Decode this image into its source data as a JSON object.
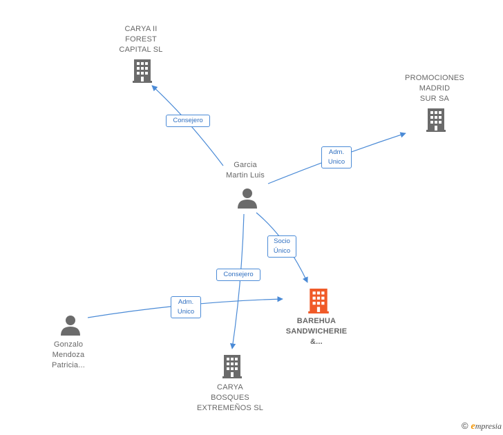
{
  "nodes": {
    "carya_forest": {
      "label": "CARYA II\nFOREST\nCAPITAL SL"
    },
    "promociones": {
      "label": "PROMOCIONES\nMADRID\nSUR SA"
    },
    "garcia": {
      "label": "Garcia\nMartin Luis"
    },
    "barehua": {
      "label": "BAREHUA\nSANDWICHERIE\n&..."
    },
    "gonzalo": {
      "label": "Gonzalo\nMendoza\nPatricia..."
    },
    "carya_bosques": {
      "label": "CARYA\nBOSQUES\nEXTREMEÑOS SL"
    }
  },
  "edges": {
    "garcia_carya_forest": {
      "label": "Consejero"
    },
    "garcia_promociones": {
      "label": "Adm.\nUnico"
    },
    "garcia_barehua": {
      "label": "Socio\nÚnico"
    },
    "garcia_carya_bosques": {
      "label": "Consejero"
    },
    "gonzalo_barehua": {
      "label": "Adm.\nUnico"
    }
  },
  "colors": {
    "edge": "#4a8ad6",
    "node_icon": "#6b6b6b",
    "highlight_icon": "#f05a28"
  },
  "brand": {
    "copyright": "©",
    "initial": "e",
    "rest": "mpresia"
  }
}
